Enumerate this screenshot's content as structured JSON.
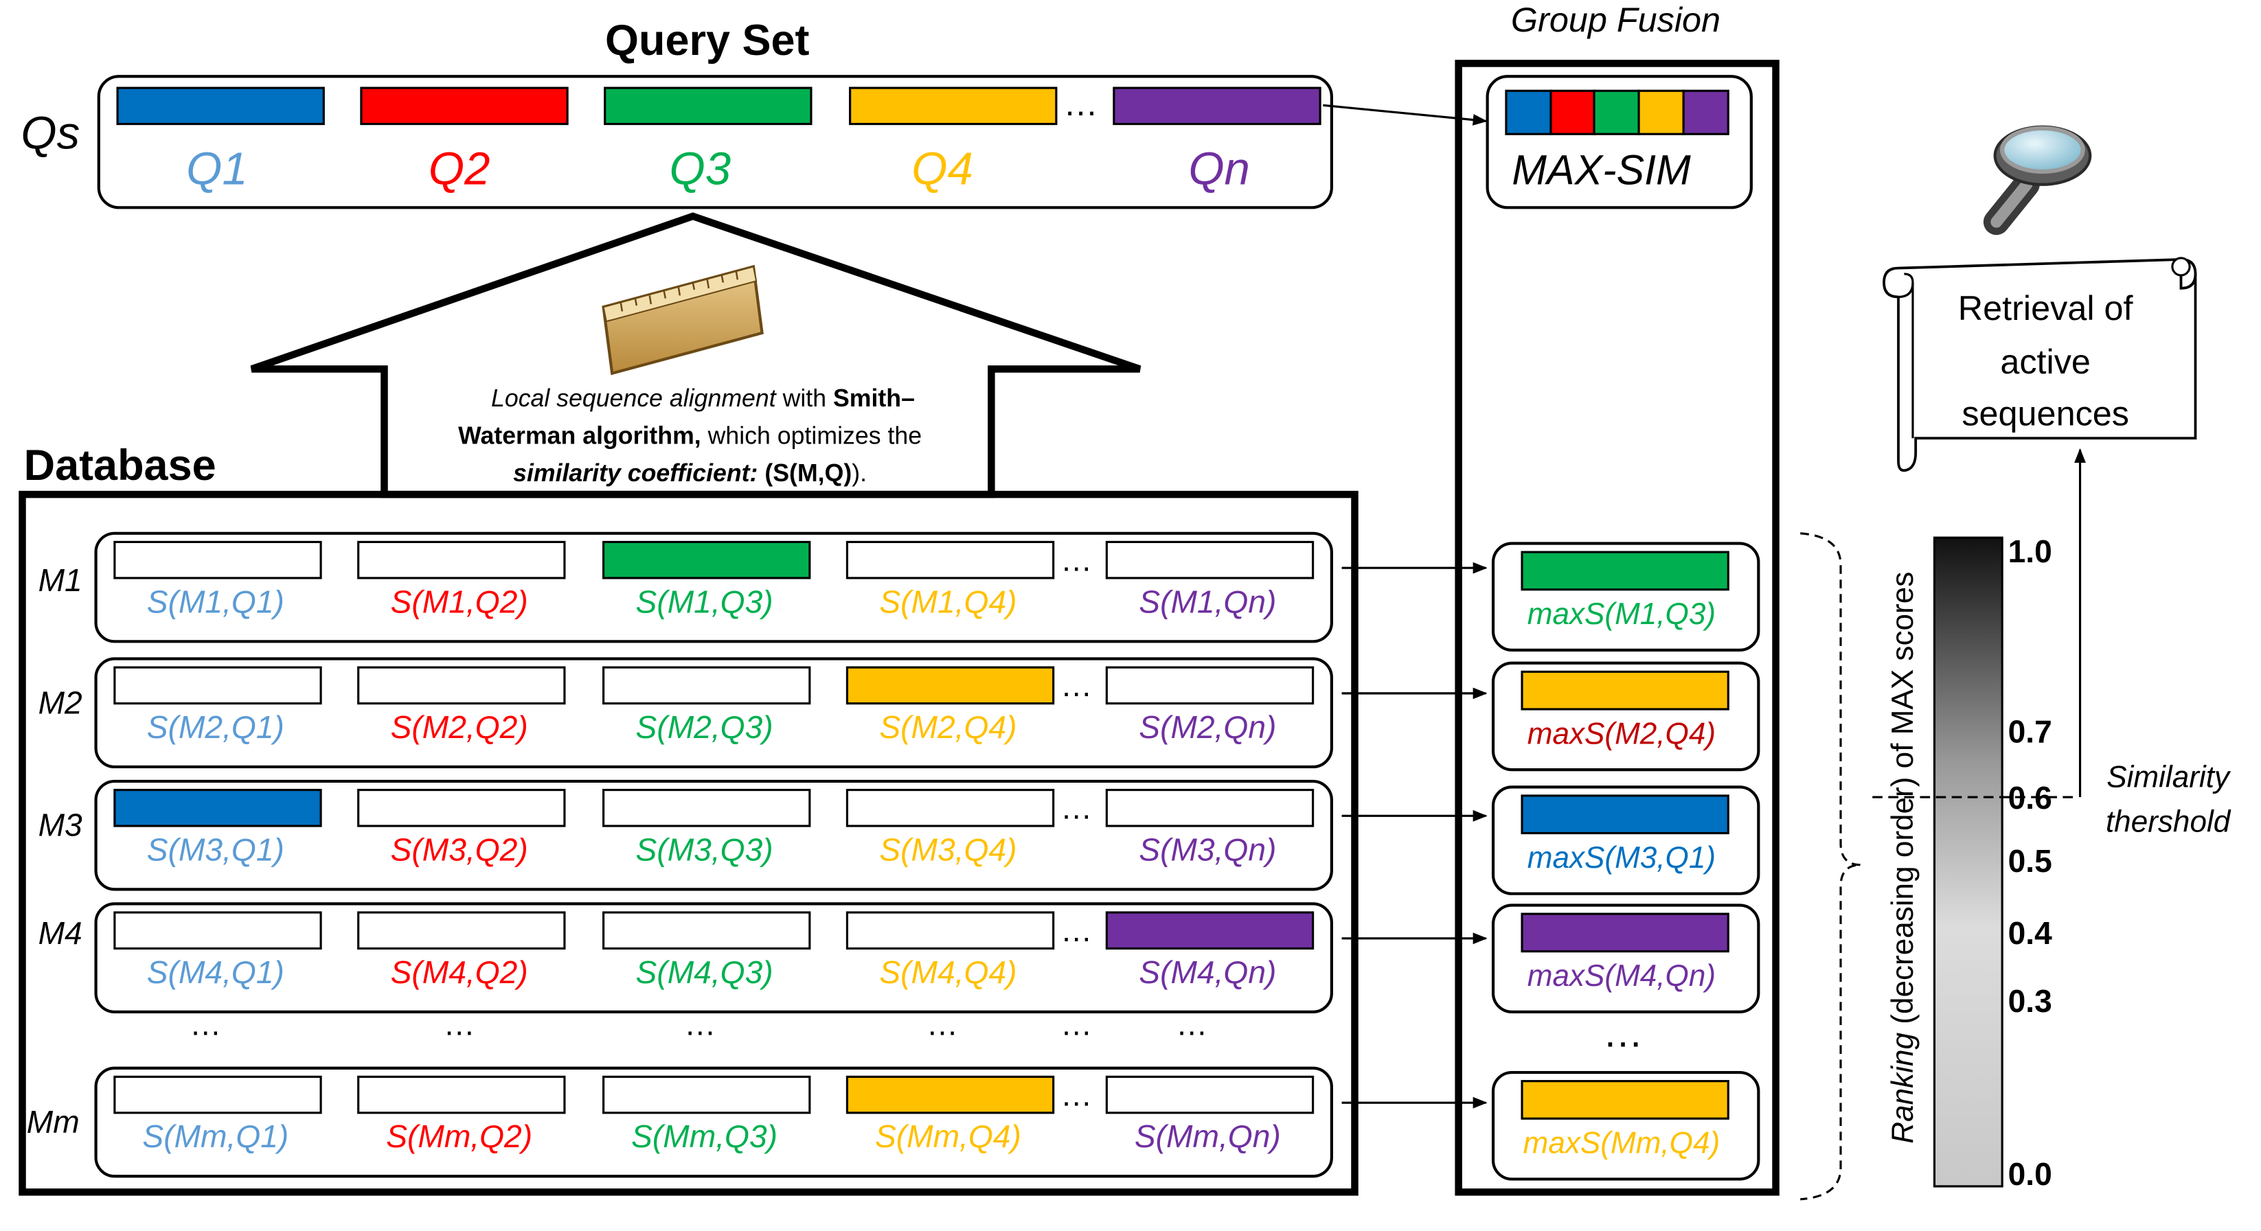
{
  "colors": {
    "q1": "#0070c0",
    "q2": "#ff0000",
    "q3": "#00b050",
    "q4": "#ffc000",
    "qn": "#7030a0",
    "q1_text": "#5b9bd5",
    "q2_text": "#ff0000",
    "q3_text": "#00b050",
    "q4_text": "#ffc000",
    "qn_text": "#7030a0",
    "max_m2_text": "#c00000",
    "line": "#000000"
  },
  "query_set": {
    "title": "Query Set",
    "row_label": "Qs",
    "queries": [
      "Q1",
      "Q2",
      "Q3",
      "Q4",
      "Qn"
    ],
    "ellipsis": "…"
  },
  "alignment": {
    "line1_italic": "Local sequence alignment",
    "line1_normal": " with ",
    "line1_bold": "Smith–",
    "line2_bold": "Waterman algorithm,",
    "line2_normal": " which optimizes the",
    "line3_italic_bold": "similarity coefficient:",
    "line3_bold": " (S(M,Q)",
    "line3_end": ")."
  },
  "database": {
    "title": "Database",
    "rows": [
      {
        "label": "M1",
        "scores": [
          "S(M1,Q1)",
          "S(M1,Q2)",
          "S(M1,Q3)",
          "S(M1,Q4)",
          "S(M1,Qn)"
        ],
        "filled": 2
      },
      {
        "label": "M2",
        "scores": [
          "S(M2,Q1)",
          "S(M2,Q2)",
          "S(M2,Q3)",
          "S(M2,Q4)",
          "S(M2,Qn)"
        ],
        "filled": 3
      },
      {
        "label": "M3",
        "scores": [
          "S(M3,Q1)",
          "S(M3,Q2)",
          "S(M3,Q3)",
          "S(M3,Q4)",
          "S(M3,Qn)"
        ],
        "filled": 0
      },
      {
        "label": "M4",
        "scores": [
          "S(M4,Q1)",
          "S(M4,Q2)",
          "S(M4,Q3)",
          "S(M4,Q4)",
          "S(M4,Qn)"
        ],
        "filled": 4
      },
      {
        "label": "Mm",
        "scores": [
          "S(Mm,Q1)",
          "S(Mm,Q2)",
          "S(Mm,Q3)",
          "S(Mm,Q4)",
          "S(Mm,Qn)"
        ],
        "filled": 3
      }
    ],
    "ellipsis": "…"
  },
  "group_fusion": {
    "title": "Group Fusion",
    "max_sim": "MAX-SIM",
    "max_scores": [
      "maxS(M1,Q3)",
      "maxS(M2,Q4)",
      "maxS(M3,Q1)",
      "maxS(M4,Qn)",
      "maxS(Mm,Q4)"
    ],
    "ellipsis": "…"
  },
  "ranking": {
    "axis_label_italic": "Ranking",
    "axis_label_rest": " (decreasing order) of MAX scores",
    "scale": [
      "1.0",
      "0.7",
      "0.6",
      "0.5",
      "0.4",
      "0.3",
      "0.0"
    ],
    "threshold_line1": "Similarity",
    "threshold_line2": "thershold"
  },
  "retrieval": {
    "lines": [
      "Retrieval of",
      "active",
      "sequences"
    ]
  }
}
